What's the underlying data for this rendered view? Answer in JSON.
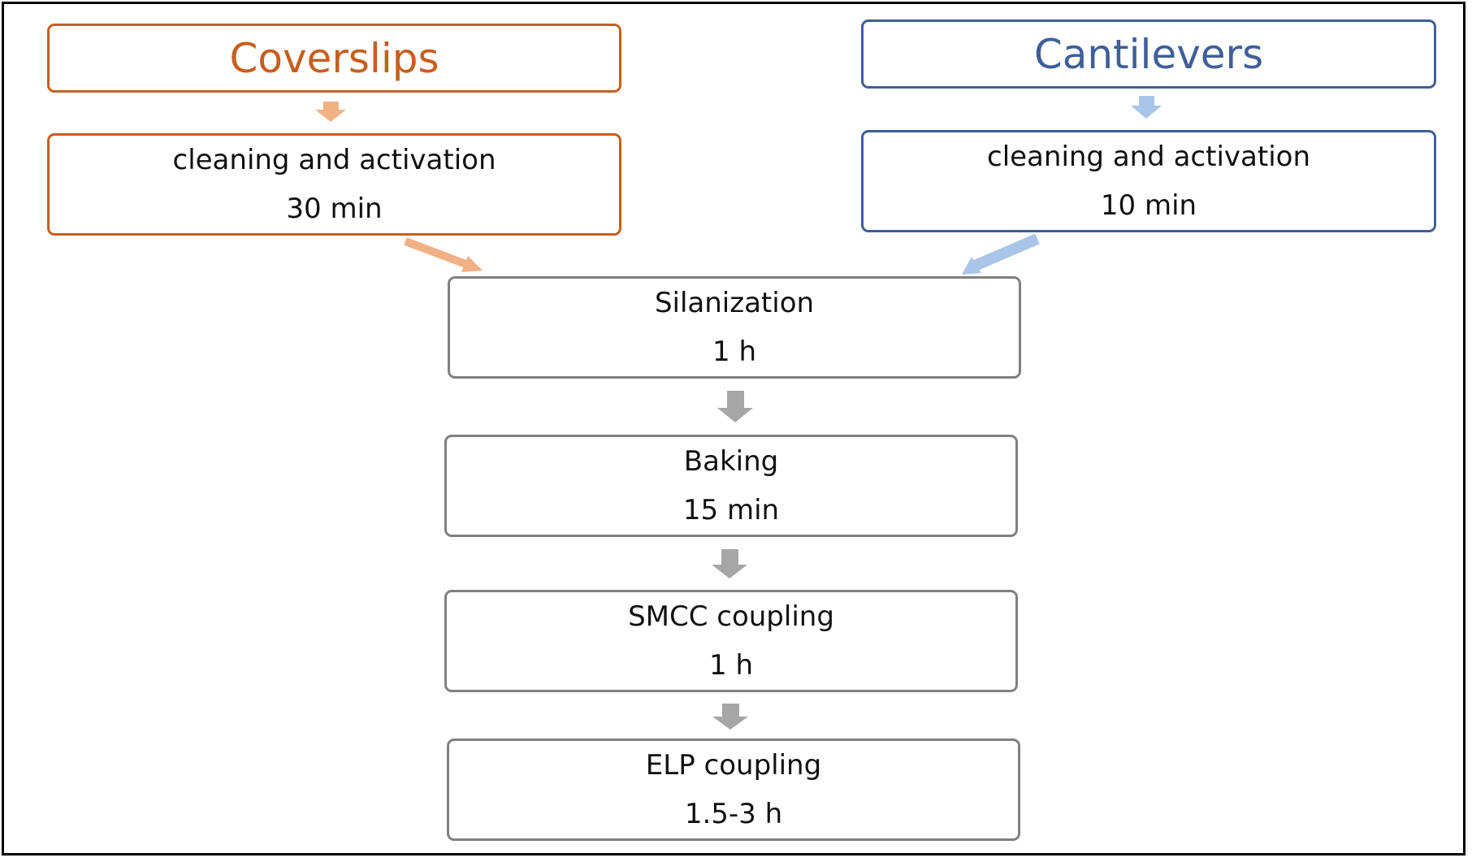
{
  "colors": {
    "coverslips_border": "#c55f1e",
    "coverslips_arrow": "#f1b184",
    "cantilevers_border": "#3e5f98",
    "cantilevers_arrow": "#a9c5e8",
    "step_border": "#808080",
    "step_arrow": "#a6a6a6"
  },
  "coverslips": {
    "title": "Coverslips",
    "step": {
      "name": "cleaning and activation",
      "duration": "30 min"
    }
  },
  "cantilevers": {
    "title": "Cantilevers",
    "step": {
      "name": "cleaning and activation",
      "duration": "10 min"
    }
  },
  "steps": [
    {
      "name": "Silanization",
      "duration": "1 h"
    },
    {
      "name": "Baking",
      "duration": "15 min"
    },
    {
      "name": "SMCC coupling",
      "duration": "1 h"
    },
    {
      "name": "ELP coupling",
      "duration": "1.5-3 h"
    }
  ]
}
